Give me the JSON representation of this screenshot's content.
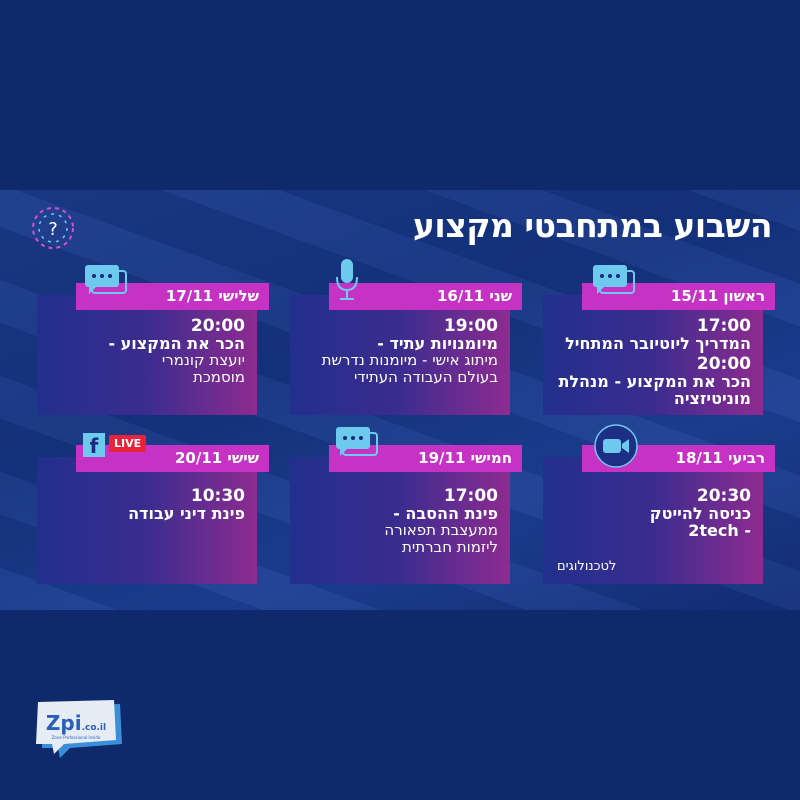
{
  "title": "השבוע במתחבטי מקצוע",
  "colors": {
    "background": "#0f2a6c",
    "header": "#c633c4",
    "icon": "#6ec9ee",
    "live": "#e8233a"
  },
  "cards": [
    {
      "date": "ראשון 15/11",
      "icon": "chat-icon",
      "lines": [
        {
          "time": "17:00",
          "bold": "המדריך ליוטיובר המתחיל"
        },
        {
          "time": "20:00",
          "bold": "הכר את המקצוע - מנהלת מוניטיזציה"
        }
      ]
    },
    {
      "date": "שני 16/11",
      "icon": "microphone-icon",
      "time": "19:00",
      "bold": "מיומנויות עתיד -",
      "text": "מיתוג אישי - מיומנות נדרשת בעולם העבודה העתידי"
    },
    {
      "date": "שלישי 17/11",
      "icon": "chat-icon",
      "time": "20:00",
      "bold": "הכר את המקצוע -",
      "text": "יועצת קונמרי מוסמכת"
    },
    {
      "date": "רביעי 18/11",
      "icon": "video-camera-icon",
      "time": "20:30",
      "bold": "כניסה להייטק - 2tech",
      "footnote": "לטכנולוגים"
    },
    {
      "date": "חמישי 19/11",
      "icon": "chat-icon",
      "time": "17:00",
      "bold": "פינת ההסבה -",
      "text": "ממעצבת תפאורה ליזמות חברתית"
    },
    {
      "date": "שישי 20/11",
      "icon": "facebook-icon",
      "live": "LIVE",
      "time": "10:30",
      "bold": "פינת דיני עבודה"
    }
  ],
  "logo": {
    "name": "Zpi.co.il",
    "tagline": "Zone Professional Inside"
  }
}
